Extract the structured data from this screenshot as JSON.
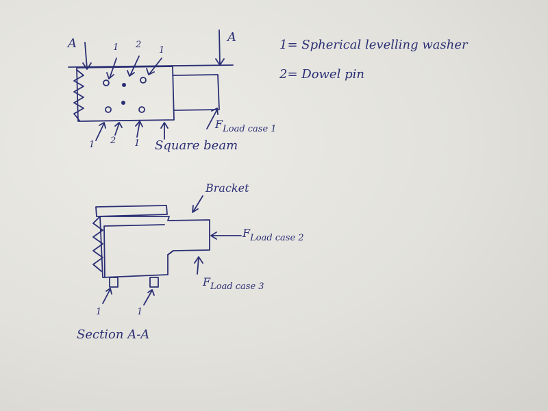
{
  "colors": {
    "ink": "#2b2f74",
    "paper": "#e6e5e0"
  },
  "top_view": {
    "section_mark_left": "A",
    "section_mark_right": "A",
    "top_markers": [
      "1",
      "2",
      "1"
    ],
    "bottom_markers": [
      "1",
      "2",
      "1"
    ],
    "square_beam_label": "Square beam",
    "force_label": "F",
    "force_subscript": "Load case 1"
  },
  "legend": {
    "washer": "1= Spherical levelling washer",
    "dowel": "2= Dowel pin"
  },
  "section_view": {
    "bracket_label": "Bracket",
    "force2_label": "F",
    "force2_subscript": "Load case 2",
    "force3_label": "F",
    "force3_subscript": "Load case 3",
    "bottom_markers": [
      "1",
      "1"
    ],
    "section_title": "Section A-A"
  }
}
